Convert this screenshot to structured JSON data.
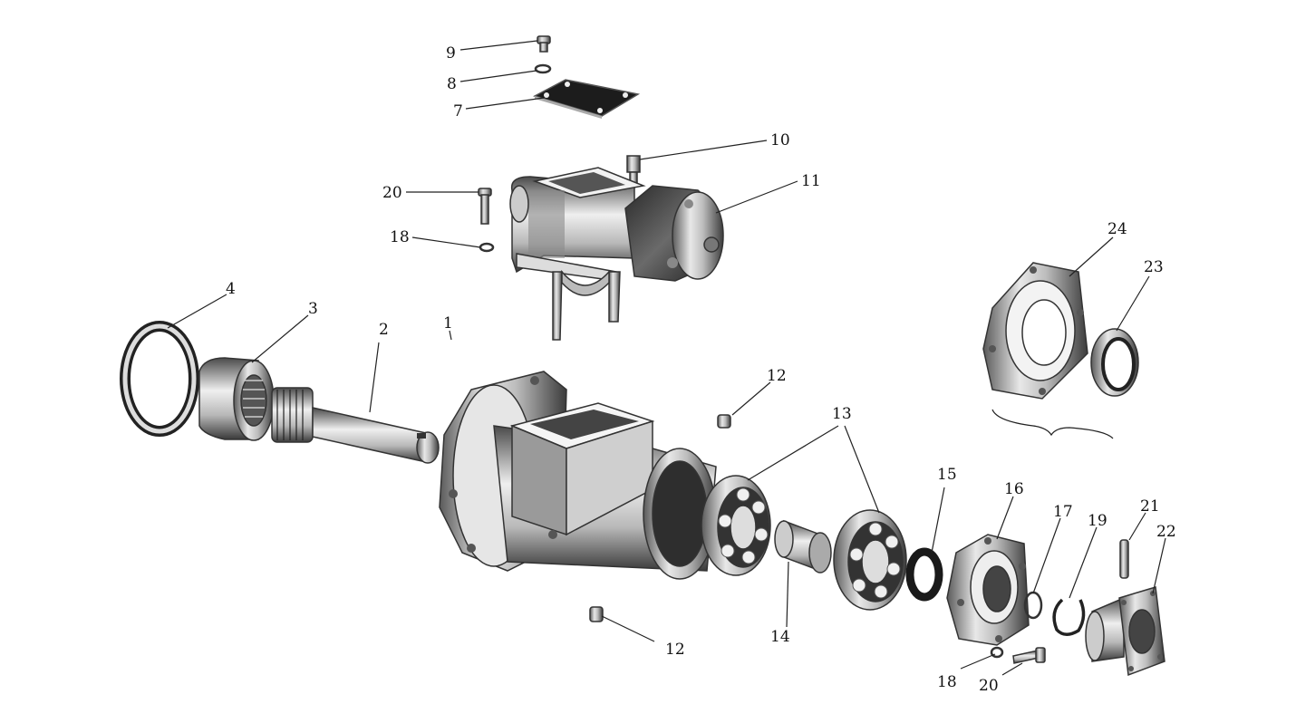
{
  "callouts": [
    {
      "id": "c9",
      "text": "9"
    },
    {
      "id": "c8",
      "text": "8"
    },
    {
      "id": "c7",
      "text": "7"
    },
    {
      "id": "c10",
      "text": "10"
    },
    {
      "id": "c11",
      "text": "11"
    },
    {
      "id": "c20a",
      "text": "20"
    },
    {
      "id": "c18a",
      "text": "18"
    },
    {
      "id": "c4",
      "text": "4"
    },
    {
      "id": "c3",
      "text": "3"
    },
    {
      "id": "c2",
      "text": "2"
    },
    {
      "id": "c1",
      "text": "1"
    },
    {
      "id": "c12a",
      "text": "12"
    },
    {
      "id": "c13",
      "text": "13"
    },
    {
      "id": "c24",
      "text": "24"
    },
    {
      "id": "c23",
      "text": "23"
    },
    {
      "id": "c15",
      "text": "15"
    },
    {
      "id": "c16",
      "text": "16"
    },
    {
      "id": "c17",
      "text": "17"
    },
    {
      "id": "c19",
      "text": "19"
    },
    {
      "id": "c21",
      "text": "21"
    },
    {
      "id": "c22",
      "text": "22"
    },
    {
      "id": "c14",
      "text": "14"
    },
    {
      "id": "c12b",
      "text": "12"
    },
    {
      "id": "c18b",
      "text": "18"
    },
    {
      "id": "c20b",
      "text": "20"
    }
  ]
}
